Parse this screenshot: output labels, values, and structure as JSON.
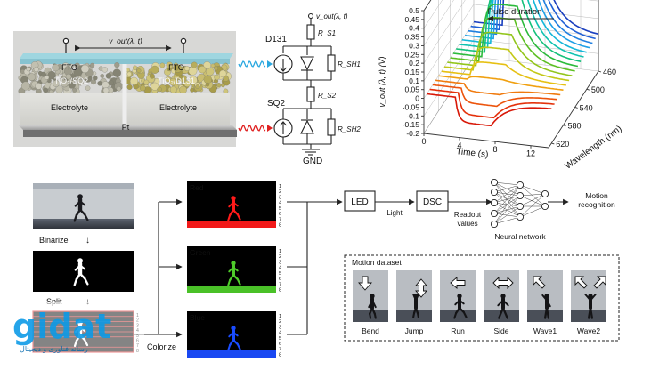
{
  "device": {
    "vout_label": "v_out(λ, t)",
    "fto_left": "FTO",
    "fto_right": "FTO",
    "layer_left": "TiO₂/SQ2",
    "layer_right": "TiO₂/D131",
    "electrolyte_left": "Electrolyte",
    "electrolyte_right": "Electrolyte",
    "counter": "Pt"
  },
  "circuit": {
    "vout": "v_out(λ, t)",
    "top_cell": "D131",
    "bottom_cell": "SQ2",
    "rs1": "R_S1",
    "rsh1": "R_SH1",
    "rs2": "R_S2",
    "rsh2": "R_SH2",
    "ground": "GND",
    "light_top_color": "#2aa8e0",
    "light_bottom_color": "#e02020"
  },
  "chart_data": {
    "type": "line",
    "title": "Pulse duration",
    "xlabel": "Time (s)",
    "ylabel": "v_out (λ, t) (V)",
    "zlabel": "Wavelength (nm)",
    "xlim": [
      0,
      14
    ],
    "ylim": [
      -0.2,
      0.5
    ],
    "x_ticks": [
      0,
      4,
      8,
      12
    ],
    "y_ticks": [
      -0.2,
      -0.15,
      -0.1,
      -0.05,
      0,
      0.05,
      0.1,
      0.15,
      0.2,
      0.25,
      0.3,
      0.35,
      0.4,
      0.45,
      0.5
    ],
    "y_tick_labels": [
      "-0.2",
      "-0.15",
      "-0.1",
      "-0.05",
      "0",
      "0.05",
      "0.1",
      "0.15",
      "0.2",
      "0.25",
      "0.3",
      "0.35",
      "0.4",
      "0.45",
      "0.5"
    ],
    "wavelength_ticks": [
      620,
      580,
      540,
      500,
      460
    ],
    "wavelength_range": [
      460,
      630
    ],
    "series": [
      {
        "wavelength": 460,
        "peak": 0.48,
        "color": "#1a3fbf"
      },
      {
        "wavelength": 470,
        "peak": 0.47,
        "color": "#1f5fd6"
      },
      {
        "wavelength": 480,
        "peak": 0.46,
        "color": "#1f7fe0"
      },
      {
        "wavelength": 490,
        "peak": 0.45,
        "color": "#1f9fe6"
      },
      {
        "wavelength": 500,
        "peak": 0.43,
        "color": "#15b6d9"
      },
      {
        "wavelength": 510,
        "peak": 0.4,
        "color": "#10c2b0"
      },
      {
        "wavelength": 520,
        "peak": 0.36,
        "color": "#14c07a"
      },
      {
        "wavelength": 530,
        "peak": 0.31,
        "color": "#2cba3c"
      },
      {
        "wavelength": 540,
        "peak": 0.26,
        "color": "#5cbf22"
      },
      {
        "wavelength": 550,
        "peak": 0.2,
        "color": "#92c51a"
      },
      {
        "wavelength": 560,
        "peak": 0.14,
        "color": "#c3c816"
      },
      {
        "wavelength": 570,
        "peak": 0.08,
        "color": "#e6c012"
      },
      {
        "wavelength": 580,
        "peak": 0.02,
        "color": "#f0a010"
      },
      {
        "wavelength": 590,
        "peak": -0.04,
        "color": "#f07a0e"
      },
      {
        "wavelength": 600,
        "peak": -0.08,
        "color": "#ec540c"
      },
      {
        "wavelength": 610,
        "peak": -0.12,
        "color": "#e4300a"
      },
      {
        "wavelength": 620,
        "peak": -0.14,
        "color": "#d81808"
      }
    ]
  },
  "pipeline": {
    "binarize": "Binarize",
    "split": "Split",
    "colorize": "Colorize",
    "red": "Red",
    "green": "Green",
    "blue": "Blue",
    "channel_numbers": [
      "1",
      "2",
      "3",
      "4",
      "5",
      "6",
      "7",
      "8"
    ],
    "led": "LED",
    "light": "Light",
    "dsc": "DSC",
    "readout_line1": "Readout",
    "readout_line2": "values",
    "nn": "Neural network",
    "motion_line1": "Motion",
    "motion_line2": "recognition",
    "dataset_title": "Motion dataset",
    "motions": [
      "Bend",
      "Jump",
      "Run",
      "Side",
      "Wave1",
      "Wave2"
    ],
    "red_color": "#ff1a1a",
    "green_color": "#4ecb2a",
    "blue_color": "#1a4cff"
  },
  "watermark": {
    "logo": "gidat",
    "tagline": "رسانه فناوری و دیجیتال"
  }
}
